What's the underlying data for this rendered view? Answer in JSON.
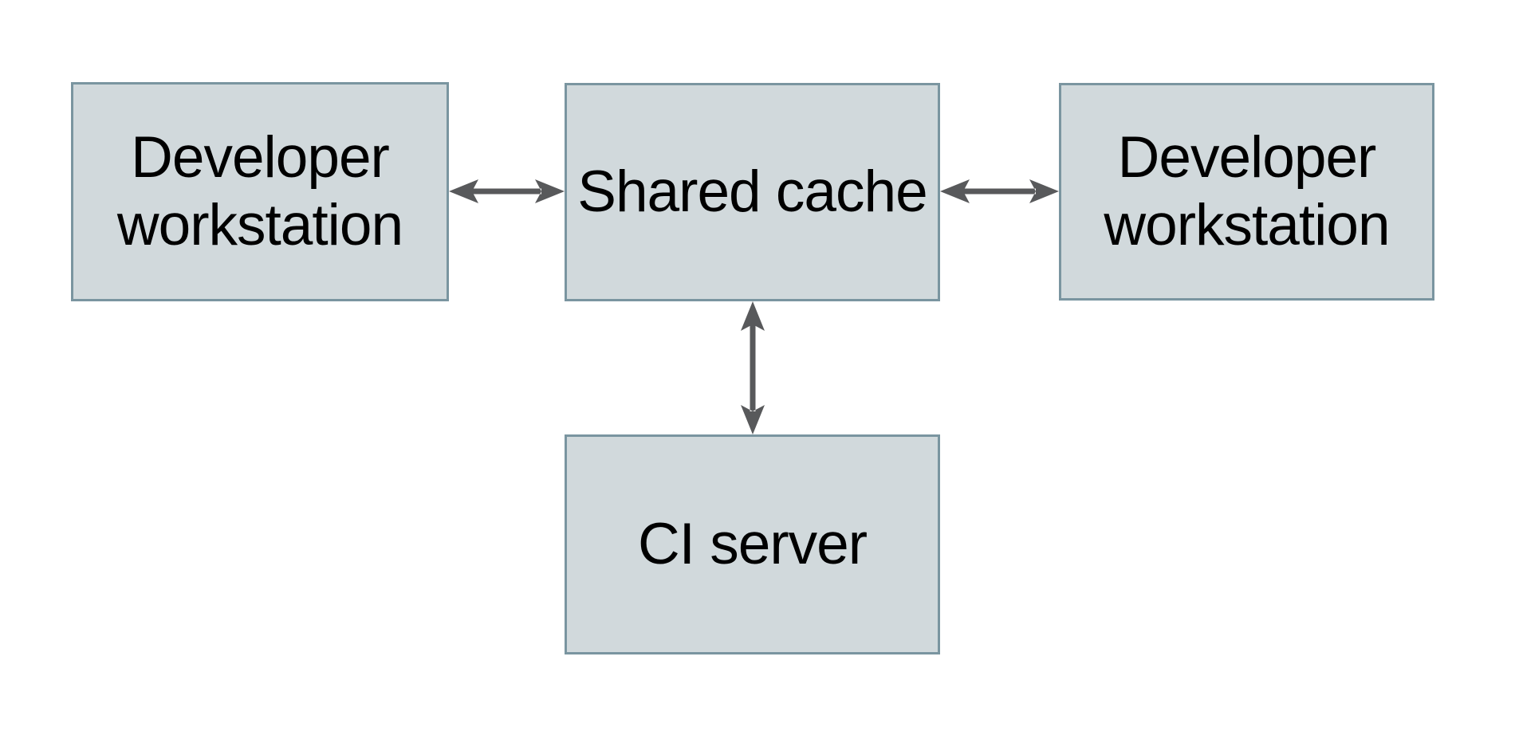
{
  "diagram": {
    "nodes": [
      {
        "id": "developer-workstation-left",
        "label": "Developer workstation"
      },
      {
        "id": "shared-cache",
        "label": "Shared cache"
      },
      {
        "id": "developer-workstation-right",
        "label": "Developer workstation"
      },
      {
        "id": "ci-server",
        "label": "CI server"
      }
    ],
    "edges": [
      {
        "from": "developer-workstation-left",
        "to": "shared-cache",
        "direction": "bidirectional"
      },
      {
        "from": "shared-cache",
        "to": "developer-workstation-right",
        "direction": "bidirectional"
      },
      {
        "from": "shared-cache",
        "to": "ci-server",
        "direction": "bidirectional"
      }
    ],
    "colors": {
      "background": "#ffffff",
      "node_fill": "#d1d9dc",
      "node_border": "#7a95a0",
      "arrow": "#58595b",
      "text": "#000000"
    }
  }
}
